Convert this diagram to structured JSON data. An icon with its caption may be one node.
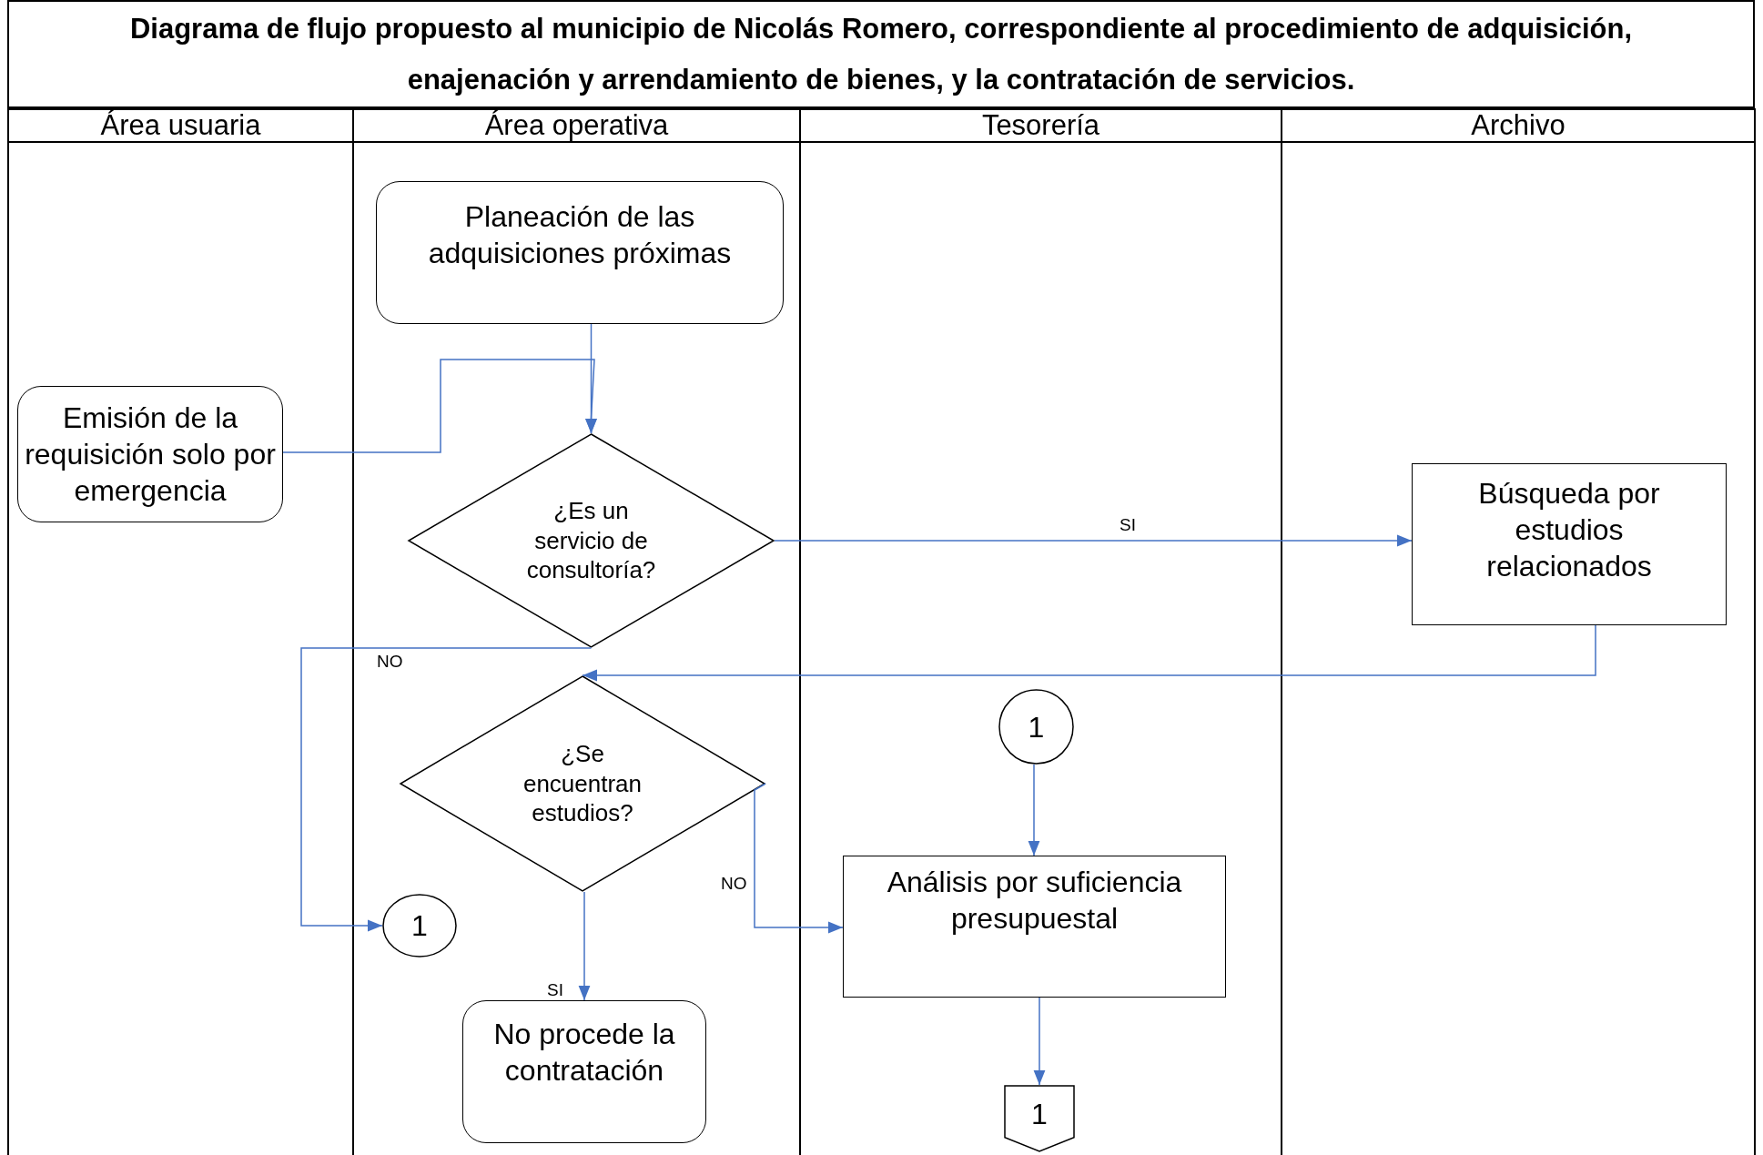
{
  "diagram": {
    "title": "Diagrama de flujo propuesto al municipio de Nicolás Romero, correspondiente al procedimiento de adquisición, enajenación y arrendamiento de bienes, y la contratación de servicios.",
    "nodes": [
      {
        "text": [
          "Área usuaria"
        ]
      },
      {
        "text": [
          "Área operativa"
        ]
      },
      {
        "text": [
          "Tesorería"
        ]
      },
      {
        "text": [
          "Archivo"
        ]
      },
      {
        "text": [
          "Planeación de las adquisiciones próximas"
        ],
        "in": 1
      },
      {
        "text": [
          "Emisión de la requisición solo por emergencia"
        ],
        "in": 0
      },
      {
        "text": [
          "¿Es un servicio de consultoría?"
        ],
        "in": 1
      },
      {
        "text": [
          "Búsqueda por estudios relacionados"
        ],
        "in": 3
      },
      {
        "text": [
          "¿Se encuentran estudios?"
        ],
        "in": 1
      },
      {
        "text": [
          "1"
        ],
        "in": 2
      },
      {
        "text": [
          "1"
        ],
        "in": 1
      },
      {
        "text": [
          "Análisis por suficiencia presupuestal"
        ],
        "in": 2
      },
      {
        "text": [
          "No procede la contratación"
        ],
        "in": 1
      },
      {
        "text": [
          "1"
        ],
        "in": 2
      }
    ],
    "edges": [
      {
        "from": 4,
        "to": 6,
        "arrow": "to"
      },
      {
        "from": 5,
        "to": 6,
        "arrow": "to"
      },
      {
        "from": 6,
        "to": 7,
        "arrow": "to",
        "label": "SI"
      },
      {
        "from": 6,
        "to": 10,
        "arrow": "to",
        "label": "NO"
      },
      {
        "from": 7,
        "to": 8,
        "arrow": "to"
      },
      {
        "from": 8,
        "to": 12,
        "arrow": "to",
        "label": "SI"
      },
      {
        "from": 8,
        "to": 11,
        "arrow": "to",
        "label": "NO"
      },
      {
        "from": 9,
        "to": 11,
        "arrow": "to"
      },
      {
        "from": 11,
        "to": 13,
        "arrow": "to"
      }
    ]
  }
}
